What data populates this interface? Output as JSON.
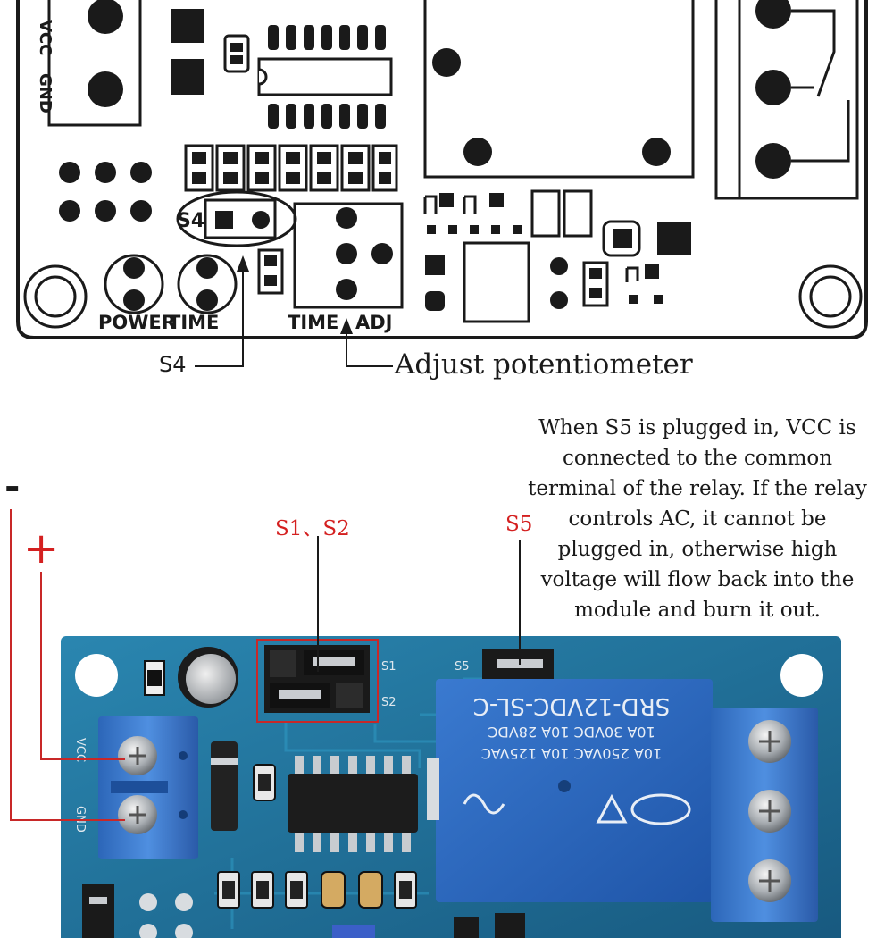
{
  "top_diagram": {
    "terminal_labels": [
      "VCC",
      "GND"
    ],
    "jumper_label": "S4",
    "bottom_labels": {
      "left": "POWER",
      "middle": "TIME",
      "right": "TIME",
      "adj": "ADJ"
    },
    "callout_s4": "S4",
    "callout_pot": "Adjust potentiometer"
  },
  "note": {
    "lines": [
      "When S5 is plugged in, VCC is",
      "connected to the common",
      "terminal of the relay. If the relay",
      "controls AC, it cannot be",
      "plugged in, otherwise high",
      "voltage will flow back into the",
      "module and burn it out."
    ]
  },
  "photo_labels": {
    "minus": "-",
    "plus": "+",
    "s1_s2": "S1、S2",
    "s5": "S5"
  },
  "board": {
    "pcb_silk": {
      "s1": "S1",
      "s2": "S2",
      "s5": "S5",
      "vcc": "VCC",
      "gnd": "GND"
    },
    "relay_text": [
      "SRD-12VDC-SL-C",
      "10A 30VDC 10A 28VDC",
      "10A 250VAC 10A 125VAC"
    ]
  },
  "colors": {
    "pcb": "#1f6d96",
    "terminal": "#3a78c8",
    "relay": "#2a64b8",
    "callout_red": "#d42020"
  }
}
